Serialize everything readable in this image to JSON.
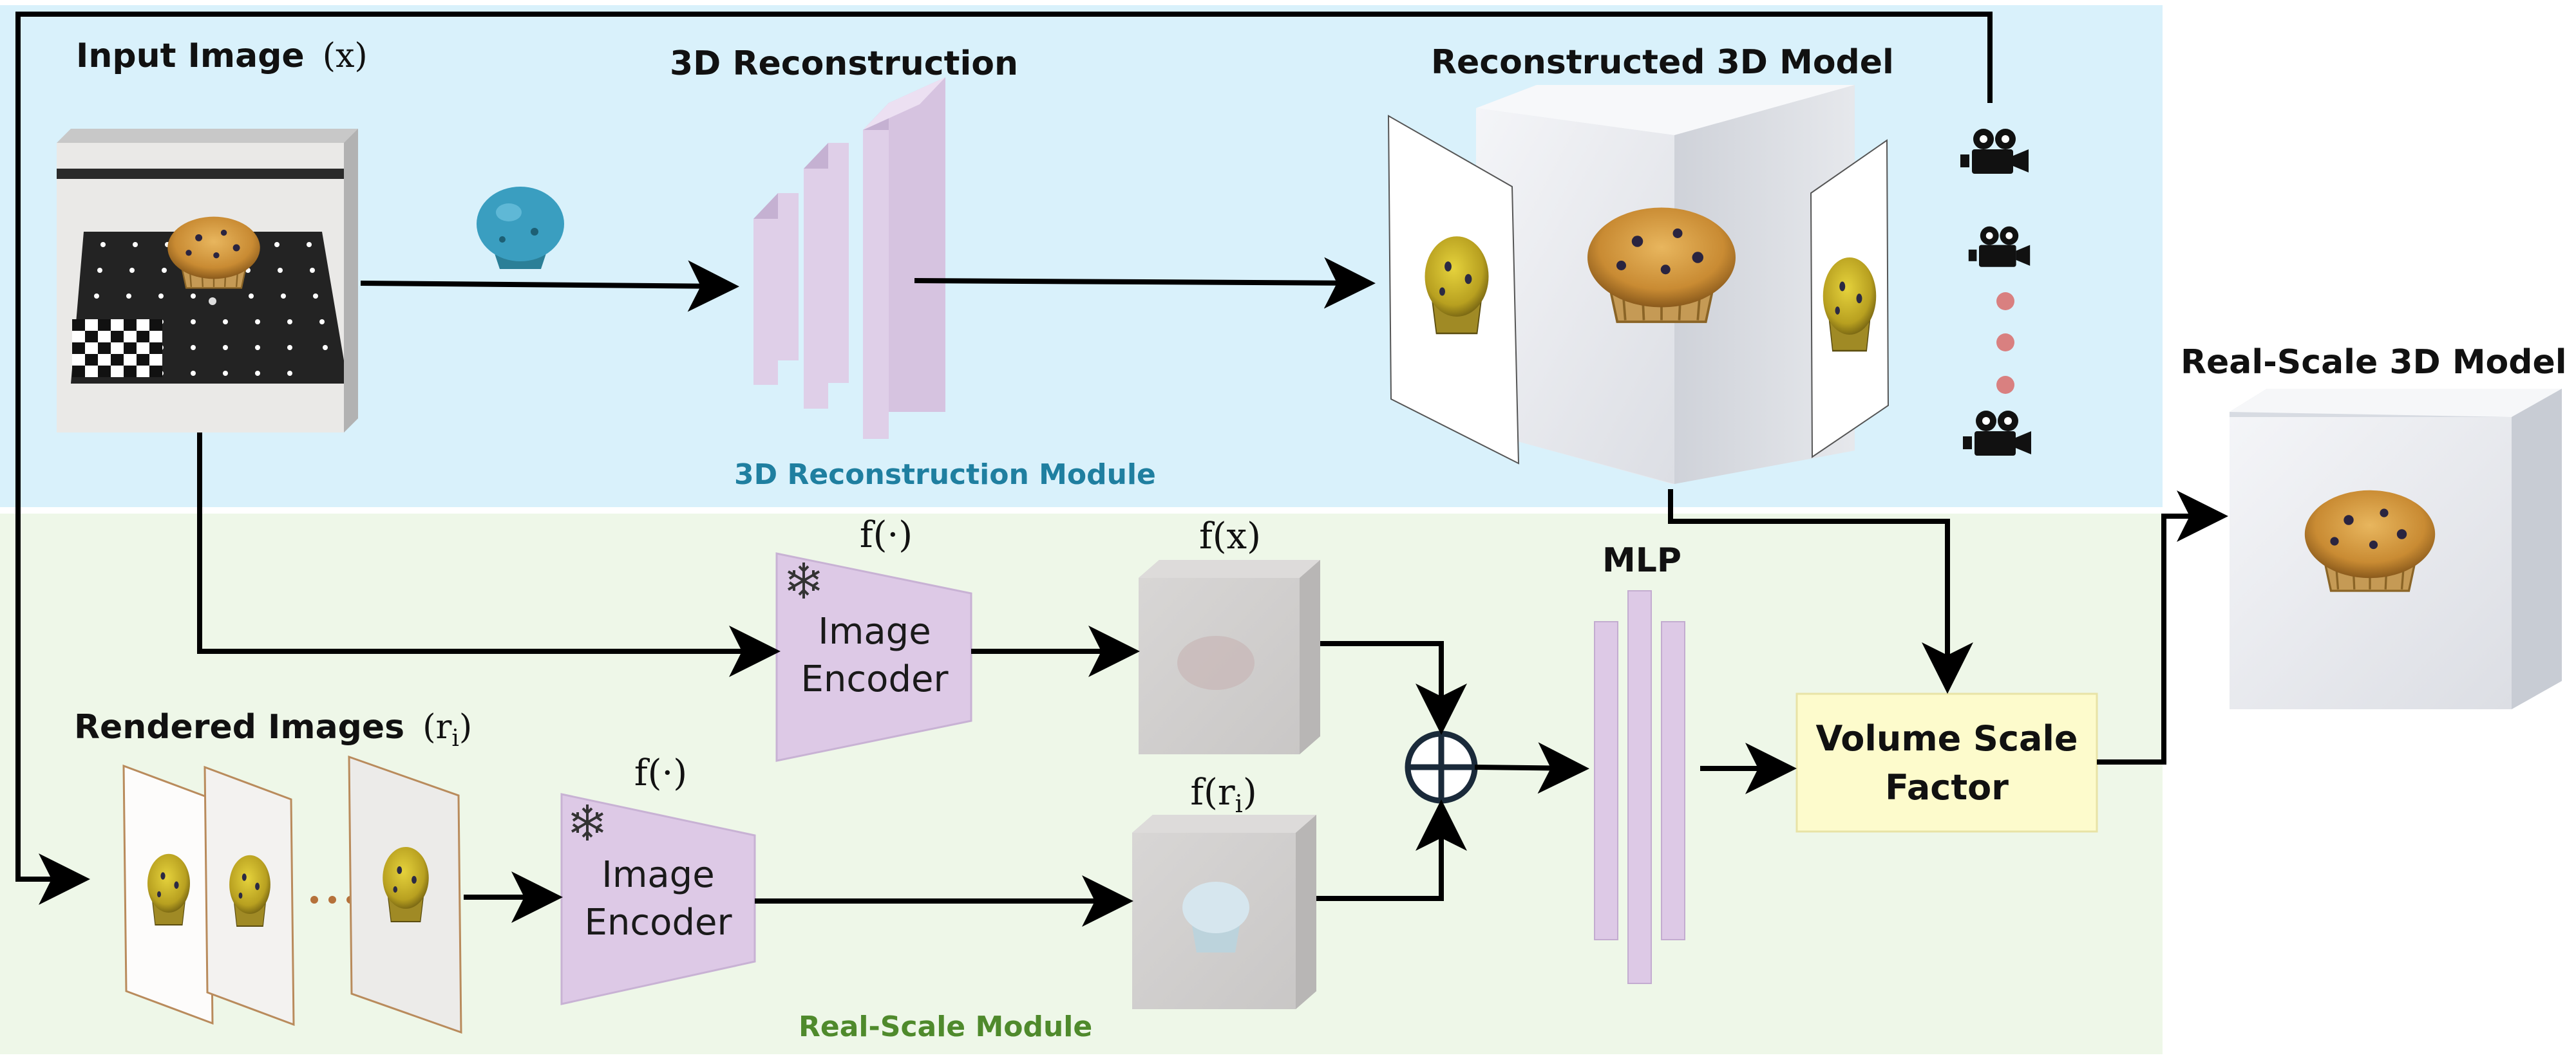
{
  "modules": {
    "reconstruction": {
      "label": "3D Reconstruction Module",
      "color": "#1f7fa0",
      "background": "#d9f1fb"
    },
    "real_scale": {
      "label": "Real-Scale Module",
      "color": "#4f8a2c",
      "background": "#eef7e8"
    }
  },
  "labels": {
    "input_image": "Input Image",
    "input_image_var": "(x)",
    "reconstruction": "3D Reconstruction",
    "reconstructed_model": "Reconstructed 3D Model",
    "real_scale_model": "Real-Scale 3D Model",
    "rendered_images": "Rendered Images",
    "rendered_images_var": "(r",
    "rendered_images_sub": "i",
    "rendered_images_close": ")",
    "mlp": "MLP",
    "volume_scale_factor_line1": "Volume Scale",
    "volume_scale_factor_line2": "Factor"
  },
  "encoders": {
    "top": {
      "fn": "f(·)",
      "line1": "Image",
      "line2": "Encoder"
    },
    "bottom": {
      "fn": "f(·)",
      "line1": "Image",
      "line2": "Encoder"
    }
  },
  "features": {
    "top": "f(x)",
    "bottom_prefix": "f(r",
    "bottom_sub": "i",
    "bottom_suffix": ")"
  },
  "icons": [
    "movie-camera-icon",
    "snowflake-icon",
    "circled-plus-icon",
    "muffin-thumbnail"
  ],
  "colors": {
    "encoder_fill": "#ddc9e6",
    "volume_box": "#fdfbcc",
    "dot_red": "#d98080",
    "dot_brown": "#b5713a",
    "cube_face": "#e9eaef"
  }
}
